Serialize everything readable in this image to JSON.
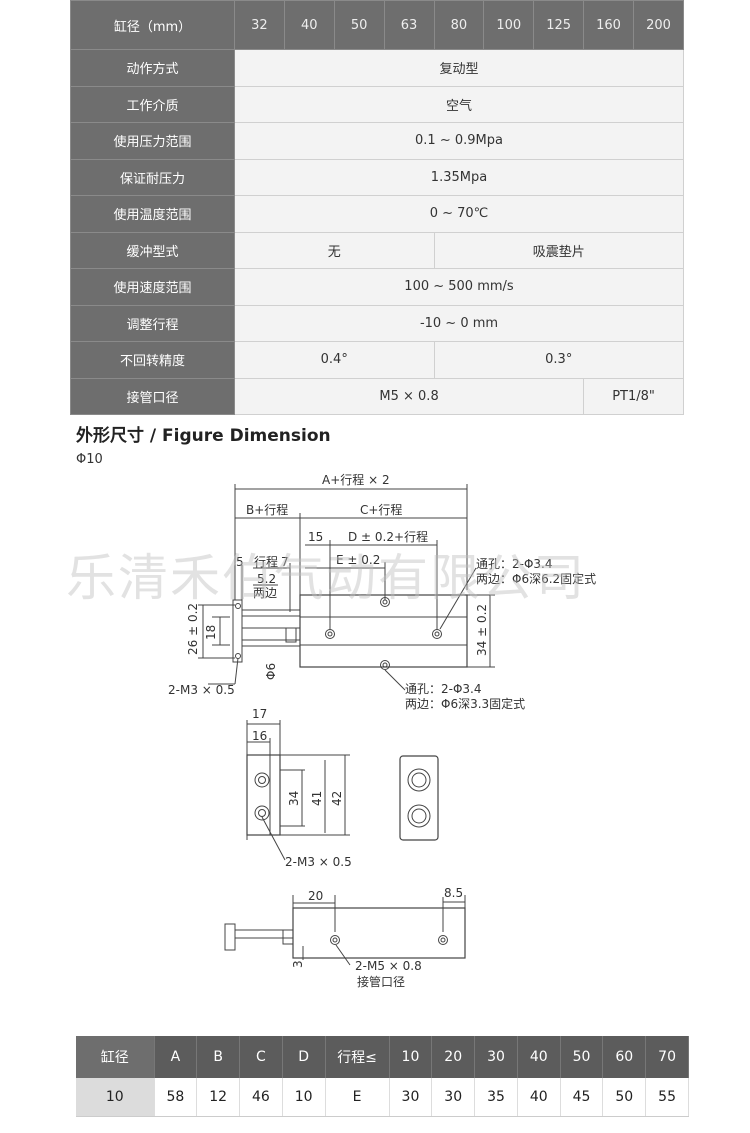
{
  "spec": {
    "bore_label": "缸径（mm）",
    "bores": [
      "32",
      "40",
      "50",
      "63",
      "80",
      "100",
      "125",
      "160",
      "200"
    ],
    "rows": [
      {
        "label": "动作方式",
        "value": "复动型"
      },
      {
        "label": "工作介质",
        "value": "空气"
      },
      {
        "label": "使用压力范围",
        "value": "0.1 ~ 0.9Mpa"
      },
      {
        "label": "保证耐压力",
        "value": "1.35Mpa"
      },
      {
        "label": "使用温度范围",
        "value": "0 ~ 70℃"
      },
      {
        "label": "缓冲型式",
        "value_a": "无",
        "value_b": "吸震垫片"
      },
      {
        "label": "使用速度范围",
        "value": "100 ~ 500 mm/s"
      },
      {
        "label": "调整行程",
        "value": "-10 ~ 0 mm"
      },
      {
        "label": "不回转精度",
        "value_a": "0.4°",
        "value_b": "0.3°"
      },
      {
        "label": "接管口径",
        "value_a": "M5 × 0.8",
        "value_b": "PT1/8\""
      }
    ]
  },
  "section": {
    "title": "外形尺寸 / Figure Dimension",
    "subtitle": "Φ10"
  },
  "watermark": "乐清禾伯气动有限公司",
  "drawing": {
    "a_stroke": "A+行程 × 2",
    "b_stroke": "B+行程",
    "c_stroke": "C+行程",
    "d_stroke": "D ± 0.2+行程",
    "e_tol": "E ± 0.2",
    "d15": "15",
    "d5": "5",
    "stroke_word": "行程",
    "d7": "7",
    "d52": "5.2",
    "two_sides": "两边",
    "hole_top_1": "通孔：2-Φ3.4",
    "hole_top_2": "两边：Φ6深6.2固定式",
    "hole_bot_1": "通孔：2-Φ3.4",
    "hole_bot_2": "两边：Φ6深3.3固定式",
    "d26": "26 ± 0.2",
    "d18": "18",
    "d34tol": "34 ± 0.2",
    "phi6": "Φ6",
    "m3_left": "2-M3 × 0.5",
    "d17": "17",
    "d16": "16",
    "d34": "34",
    "d41": "41",
    "d42": "42",
    "m3_side": "2-M3 × 0.5",
    "d20": "20",
    "d85": "8.5",
    "d3": "3",
    "m5": "2-M5 × 0.8",
    "port": "接管口径"
  },
  "dims": {
    "headers": [
      "缸径",
      "A",
      "B",
      "C",
      "D",
      "行程≤",
      "10",
      "20",
      "30",
      "40",
      "50",
      "60",
      "70"
    ],
    "values": [
      "10",
      "58",
      "12",
      "46",
      "10",
      "E",
      "30",
      "30",
      "35",
      "40",
      "45",
      "50",
      "55"
    ]
  }
}
